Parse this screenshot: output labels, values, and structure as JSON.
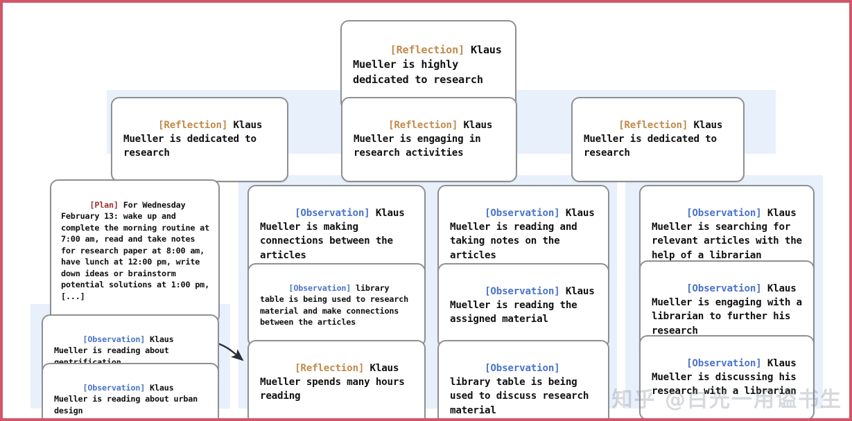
{
  "meta": {
    "frame_border_color": "#d2556a",
    "panel_color": "#e8f0fb",
    "node_border_color": "#8d8f93",
    "tag_colors": {
      "reflection": "#c28a4a",
      "observation": "#4a74c9",
      "plan": "#9e2f2f"
    }
  },
  "watermark": {
    "text": "知乎 @白光一用谥书生"
  },
  "top": {
    "root": {
      "tag": "[Reflection]",
      "text": " Klaus Mueller is highly dedicated to research"
    }
  },
  "reflections": [
    {
      "tag": "[Reflection]",
      "text": " Klaus Mueller is dedicated to research"
    },
    {
      "tag": "[Reflection]",
      "text": " Klaus Mueller is engaging in research activities"
    },
    {
      "tag": "[Reflection]",
      "text": " Klaus Mueller is dedicated to research"
    }
  ],
  "plan": {
    "tag": "[Plan]",
    "text": " For Wednesday February 13: wake up and complete the morning routine at 7:00 am, read and take notes for research paper at 8:00 am, have lunch at 12:00 pm, write down ideas or brainstorm potential solutions at 1:00 pm, [...]"
  },
  "left_observations": [
    {
      "tag": "[Observation]",
      "text": " Klaus Mueller is reading about gentrification"
    },
    {
      "tag": "[Observation]",
      "text": " Klaus Mueller is reading about urban design"
    }
  ],
  "column_a": [
    {
      "tag": "[Observation]",
      "text": " Klaus Mueller is making connections between the articles"
    },
    {
      "tag": "[Observation]",
      "text": " library table is being used to research material and make connections between the articles"
    },
    {
      "tag": "[Reflection]",
      "text": " Klaus Mueller spends many hours reading"
    }
  ],
  "column_b": [
    {
      "tag": "[Observation]",
      "text": " Klaus Mueller is reading and taking notes on the articles"
    },
    {
      "tag": "[Observation]",
      "text": " Klaus Mueller is reading the assigned material"
    },
    {
      "tag": "[Observation]",
      "text": " library table is being used to discuss research material"
    }
  ],
  "column_c": [
    {
      "tag": "[Observation]",
      "text": " Klaus Mueller is searching for relevant articles with the help of a librarian"
    },
    {
      "tag": "[Observation]",
      "text": " Klaus Mueller is engaging with a librarian to further his research"
    },
    {
      "tag": "[Observation]",
      "text": " Klaus Mueller is discussing his research with a librarian"
    }
  ]
}
